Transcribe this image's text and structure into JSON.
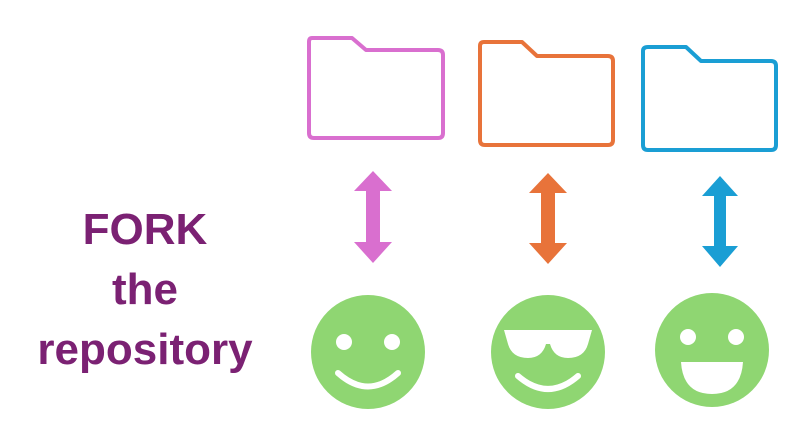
{
  "caption": {
    "line1": "FORK",
    "line2": "the",
    "line3": "repository",
    "color": "#7b2173"
  },
  "columns": [
    {
      "folder_color": "#d96fcf",
      "arrow_color": "#d96fcf",
      "face": "smile-face-icon",
      "face_color": "#8fd672"
    },
    {
      "folder_color": "#e8733a",
      "arrow_color": "#e8733a",
      "face": "sunglasses-face-icon",
      "face_color": "#8fd672"
    },
    {
      "folder_color": "#1a9ed4",
      "arrow_color": "#1a9ed4",
      "face": "grin-face-icon",
      "face_color": "#8fd672"
    }
  ]
}
